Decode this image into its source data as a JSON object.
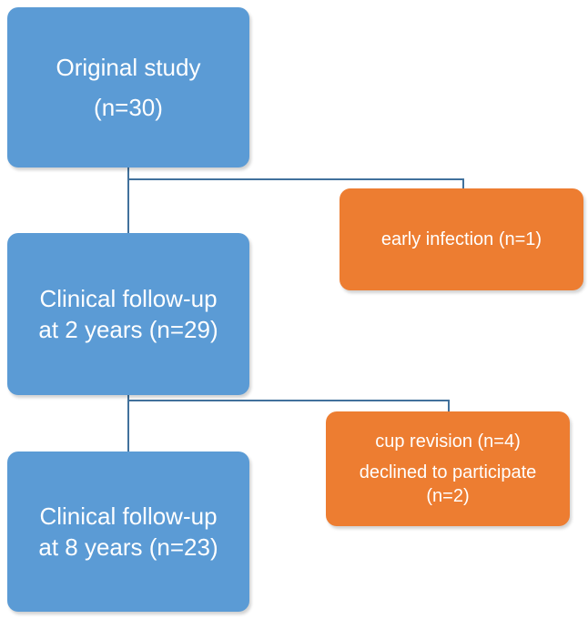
{
  "boxes": {
    "original": {
      "line1": "Original study",
      "line2": "(n=30)"
    },
    "followup2": {
      "line1": "Clinical follow-up",
      "line2": "at 2 years (n=29)"
    },
    "followup8": {
      "line1": "Clinical follow-up",
      "line2": "at 8 years (n=23)"
    },
    "excluded1": {
      "line1": "early infection (n=1)"
    },
    "excluded2": {
      "line1": "cup revision (n=4)",
      "line2": "declined to participate",
      "line3": "(n=2)"
    }
  },
  "colors": {
    "main_box": "#5b9bd5",
    "exclusion_box": "#ed7d31",
    "connector": "#41719c"
  }
}
